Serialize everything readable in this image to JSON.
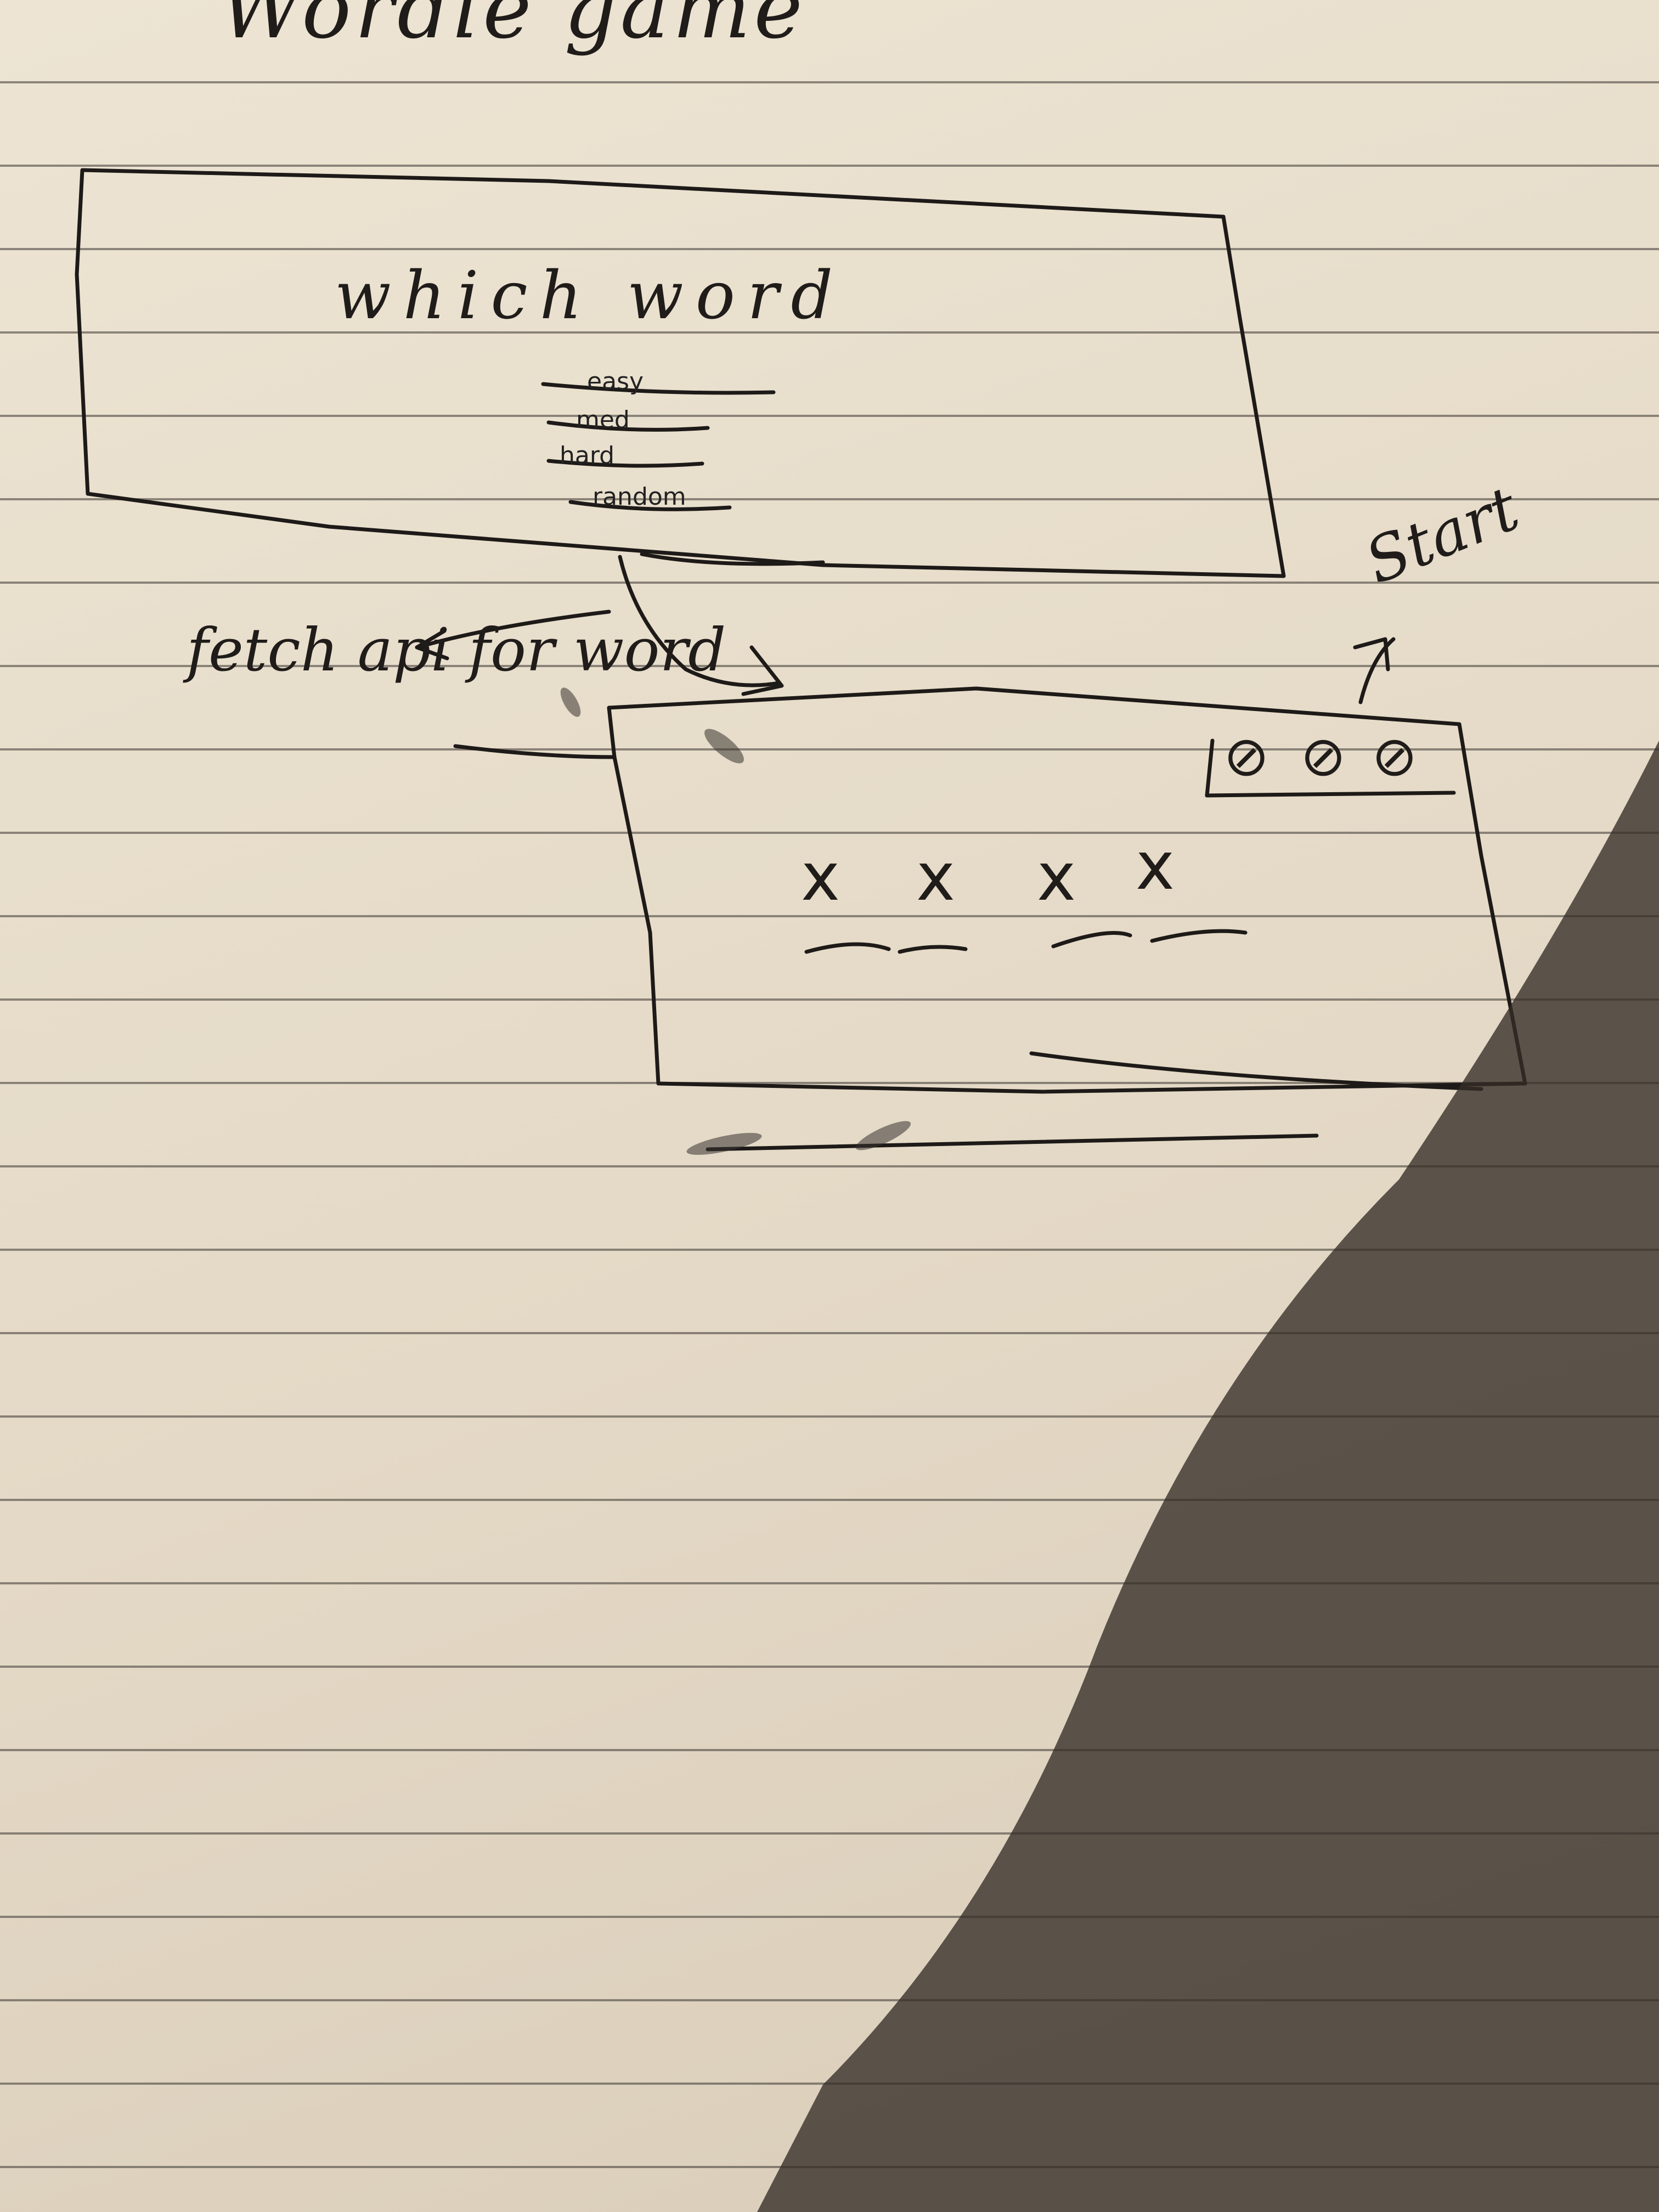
{
  "title": "Wordle game",
  "screen1": {
    "prompt": "which word",
    "options": [
      "easy",
      "med",
      "hard",
      "random"
    ]
  },
  "annotation": "fetch api for word",
  "screen2": {
    "start_label": "Start",
    "dial_icon": "crossed-circle-icon",
    "dials": [
      "⊘",
      "⊘",
      "⊘"
    ],
    "slots": [
      "x",
      "x",
      "x",
      "x"
    ]
  }
}
